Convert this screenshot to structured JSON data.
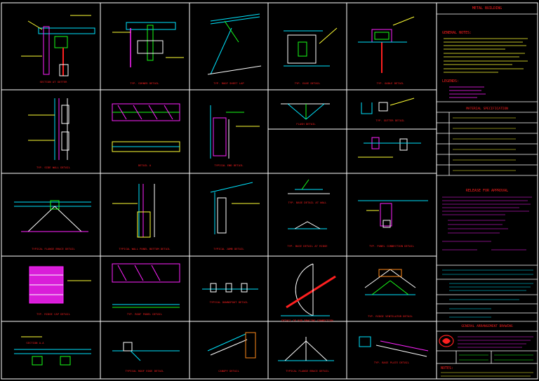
{
  "colors": {
    "background": "#000000",
    "frame": "#ffffff",
    "title": "#ff2020",
    "cyan": "#00e5ff",
    "green": "#19ff19",
    "yellow": "#ffff33",
    "magenta": "#ff22ff",
    "orange": "#ff8a1a"
  },
  "details": {
    "d1": "SECTION AT GUTTER",
    "d2": "TYP. CORNER DETAIL",
    "d3": "TYP. ROOF SHEET LAP",
    "d4": "TYP. EAVE DETAIL",
    "d5": "TYP. GABLE DETAIL",
    "d6": "TYP. SIDE WALL DETAIL",
    "d7": "DETAIL A",
    "d8": "TYPICAL END DETAIL",
    "d9": "FLASH DETAIL",
    "d10": "TYP. GUTTER DETAIL",
    "d11": "TYPICAL FLANGE BRACE DETAIL",
    "d12": "TYPICAL WALL PANEL BOTTOM DETAIL",
    "d13": "TYPICAL JAMB DETAIL",
    "d14": "TYP. BASE DETAIL AT WALL",
    "d15": "TYP. BASE DETAIL AT RIDGE",
    "d16": "TYP. PANEL CONNECTION DETAIL",
    "d17": "TYP. RIDGE CAP DETAIL",
    "d18": "TYP. ROOF PANEL DETAIL",
    "d19": "TYPICAL DOWNSPOUT DETAIL",
    "d20": "DETAIL OF ROD BRACING CONNECTION",
    "d21": "TYP. RIDGE VENTILATOR DETAIL",
    "d22": "SECTION A-A",
    "d23": "TYPICAL ROOF EDGE DETAIL",
    "d24": "CANOPY DETAIL",
    "d25": "TYPICAL FLANGE BRACE DETAIL",
    "d26": "TYP. BASE PLATE DETAIL"
  },
  "sidebar": {
    "header": "METAL BUILDING",
    "general_notes_title": "GENERAL NOTES:",
    "legends_title": "LEGENDS:",
    "material_title": "MATERIAL SPECIFICATION",
    "approval_title": "RELEASE FOR APPROVAL",
    "drawing_title": "GENERAL ARRANGEMENT DRAWING",
    "notes_title": "NOTES:"
  }
}
